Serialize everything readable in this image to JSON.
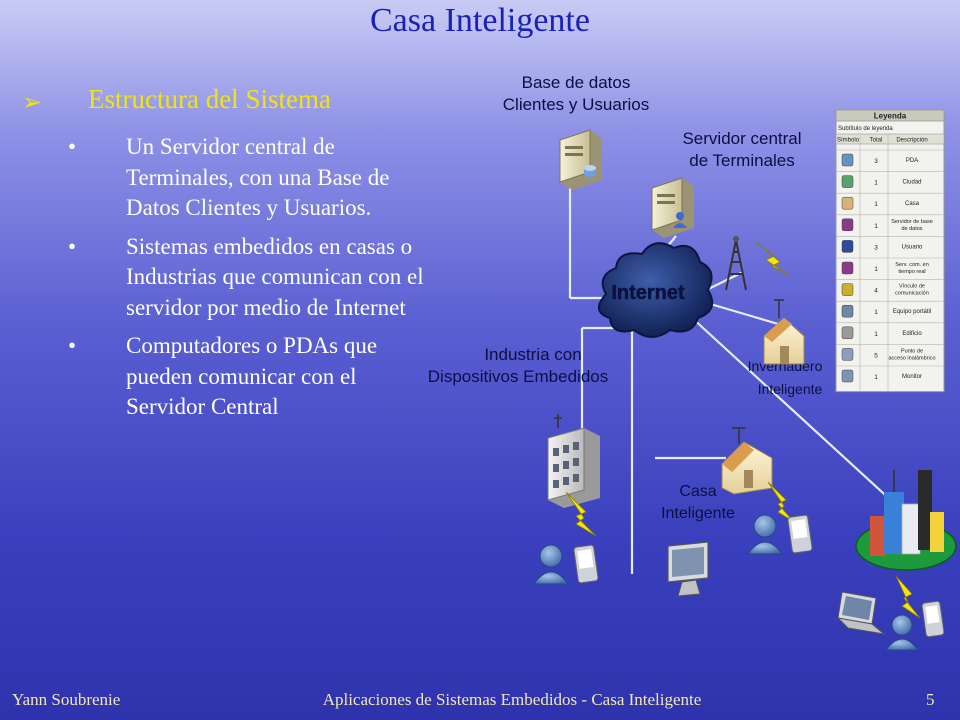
{
  "slide": {
    "title": "Casa Inteligente",
    "heading": "Estructura del Sistema",
    "bullets": [
      "Un Servidor central de Terminales, con una Base de Datos Clientes y Usuarios.",
      "Sistemas embedidos en casas o Industrias que comunican con el servidor por medio de Internet",
      "Computadores o PDAs que pueden comunicar con el Servidor Central"
    ]
  },
  "diagram": {
    "labels": {
      "database": [
        "Base de datos",
        "Clientes y Usuarios"
      ],
      "server": [
        "Servidor central",
        "de Terminales"
      ],
      "internet": "Internet",
      "industry": [
        "Industria con",
        "Dispositivos Embedidos"
      ],
      "greenhouse": [
        "Invernadero",
        "Inteligente"
      ],
      "house": [
        "Casa",
        "Inteligente"
      ]
    },
    "legend": {
      "title": "Leyenda",
      "subtitle": "Subtítulo de leyenda",
      "headers": [
        "Símbolo",
        "Total",
        "Descripción"
      ],
      "rows": [
        {
          "icon": "pda-icon",
          "total": "3",
          "desc": "PDA"
        },
        {
          "icon": "city-icon",
          "total": "1",
          "desc": "Ciudad"
        },
        {
          "icon": "house-icon",
          "total": "1",
          "desc": "Casa"
        },
        {
          "icon": "database-server-icon",
          "total": "1",
          "desc": "Servidor de base de datos"
        },
        {
          "icon": "user-icon",
          "total": "3",
          "desc": "Usuario"
        },
        {
          "icon": "realtime-server-icon",
          "total": "1",
          "desc": "Serv. com. en tiempo real"
        },
        {
          "icon": "link-icon",
          "total": "4",
          "desc": "Vínculo de comunicación"
        },
        {
          "icon": "laptop-icon",
          "total": "1",
          "desc": "Equipo portátil"
        },
        {
          "icon": "building-icon",
          "total": "1",
          "desc": "Edificio"
        },
        {
          "icon": "access-point-icon",
          "total": "5",
          "desc": "Punto de acceso inalámbrico"
        },
        {
          "icon": "monitor-icon",
          "total": "1",
          "desc": "Monitor"
        }
      ]
    }
  },
  "footer": {
    "author": "Yann Soubrenie",
    "course": "Aplicaciones de Sistemas Embedidos - Casa Inteligente",
    "page": "5"
  },
  "colors": {
    "title": "#1a22b4",
    "heading": "#f2e40e",
    "body_text": "#ffffff",
    "footer_text": "#f0e8b2",
    "background_top": "#c9cbf4",
    "background_bottom": "#2e33ad"
  }
}
